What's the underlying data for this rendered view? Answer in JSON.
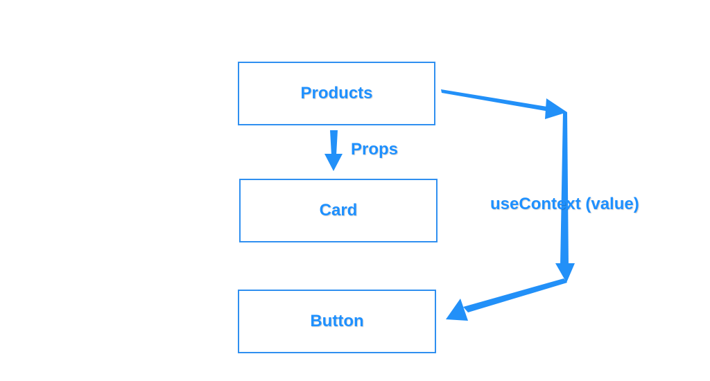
{
  "diagram": {
    "nodes": {
      "products": "Products",
      "card": "Card",
      "button": "Button"
    },
    "edges": {
      "props_label": "Props",
      "context_label": "useContext (value)"
    },
    "colors": {
      "accent": "#1e90ff",
      "border": "#2f8ff0",
      "background": "#ffffff"
    }
  }
}
